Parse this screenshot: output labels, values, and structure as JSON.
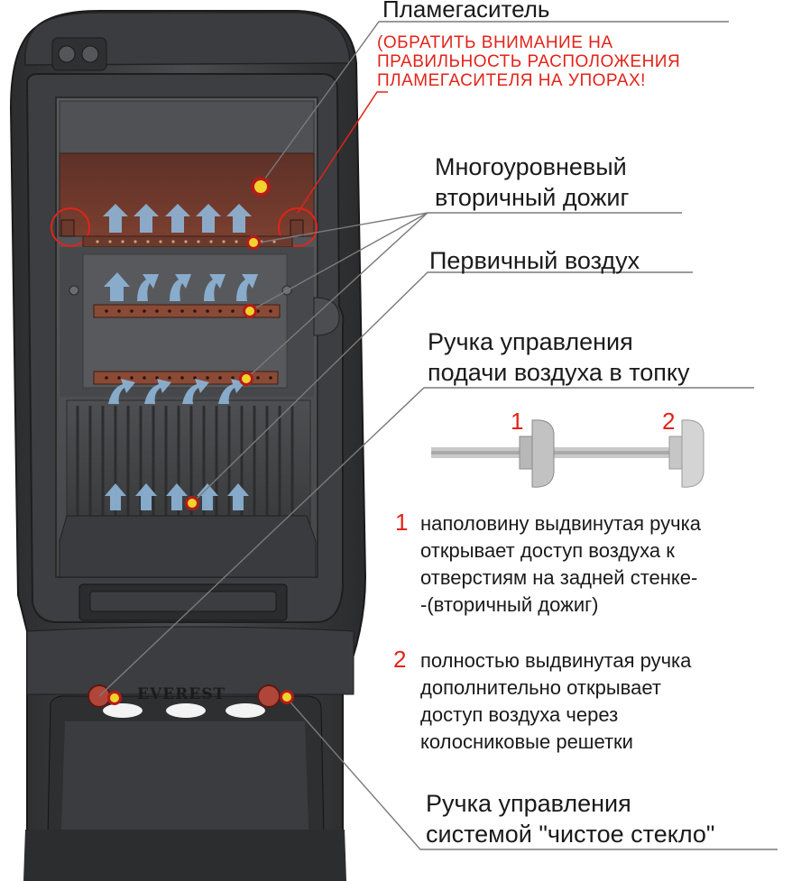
{
  "labels": {
    "flame_baffle": "Пламегаситель",
    "flame_baffle_note": [
      "(ОБРАТИТЬ ВНИМАНИЕ НА",
      "ПРАВИЛЬНОСТЬ РАСПОЛОЖЕНИЯ",
      "ПЛАМЕГАСИТЕЛЯ НА УПОРАХ!"
    ],
    "secondary_burn": [
      "Многоуровневый",
      "вторичный дожиг"
    ],
    "primary_air": "Первичный воздух",
    "air_handle": [
      "Ручка управления",
      "подачи воздуха в топку"
    ],
    "clean_glass_handle": [
      "Ручка управления",
      "системой \"чистое стекло\""
    ]
  },
  "handle_positions": {
    "pos1_number": "1",
    "pos2_number": "2"
  },
  "descriptions": [
    {
      "number": "1",
      "lines": [
        "наполовину выдвинутая ручка",
        "открывает доступ воздуха к",
        "отверстиям на задней стенке-",
        "-(вторичный дожиг)"
      ]
    },
    {
      "number": "2",
      "lines": [
        "полностью выдвинутая ручка",
        "дополнительно открывает",
        "доступ воздуха через",
        "колосниковые решетки"
      ]
    }
  ],
  "logo_text": "EVEREST",
  "colors": {
    "accent_red": "#e2231a",
    "marker_yellow": "#f2d22b",
    "stove_dark": "#3a3b3d",
    "firebrick": "#7a3f2f",
    "arrow_blue": "#8fb6d9"
  }
}
